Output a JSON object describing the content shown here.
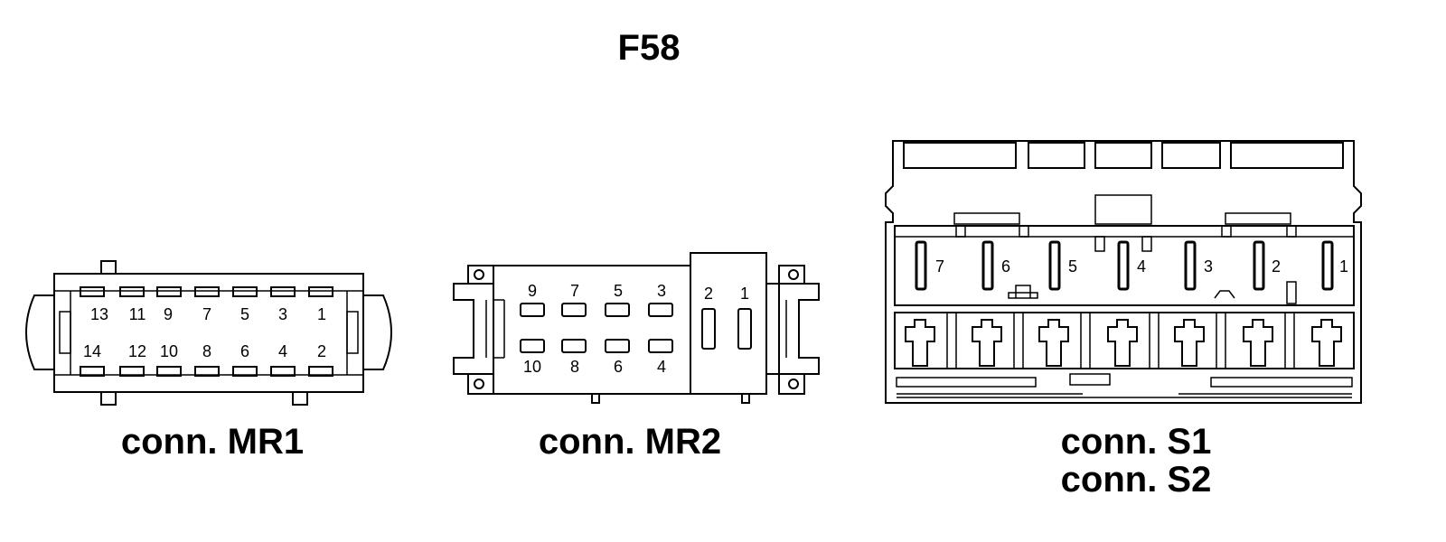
{
  "title": "F58",
  "connectors": [
    {
      "id": "MR1",
      "label": "conn. MR1",
      "pins_top_row": [
        "13",
        "11",
        "9",
        "7",
        "5",
        "3",
        "1"
      ],
      "pins_bottom_row": [
        "14",
        "12",
        "10",
        "8",
        "6",
        "4",
        "2"
      ]
    },
    {
      "id": "MR2",
      "label": "conn. MR2",
      "pins_top_row": [
        "9",
        "7",
        "5",
        "3"
      ],
      "pins_bottom_row": [
        "10",
        "8",
        "6",
        "4"
      ],
      "pins_right_block": [
        "2",
        "1"
      ]
    },
    {
      "id": "S1_S2",
      "label_line1": "conn. S1",
      "label_line2": "conn. S2",
      "pins": [
        "7",
        "6",
        "5",
        "4",
        "3",
        "2",
        "1"
      ]
    }
  ]
}
